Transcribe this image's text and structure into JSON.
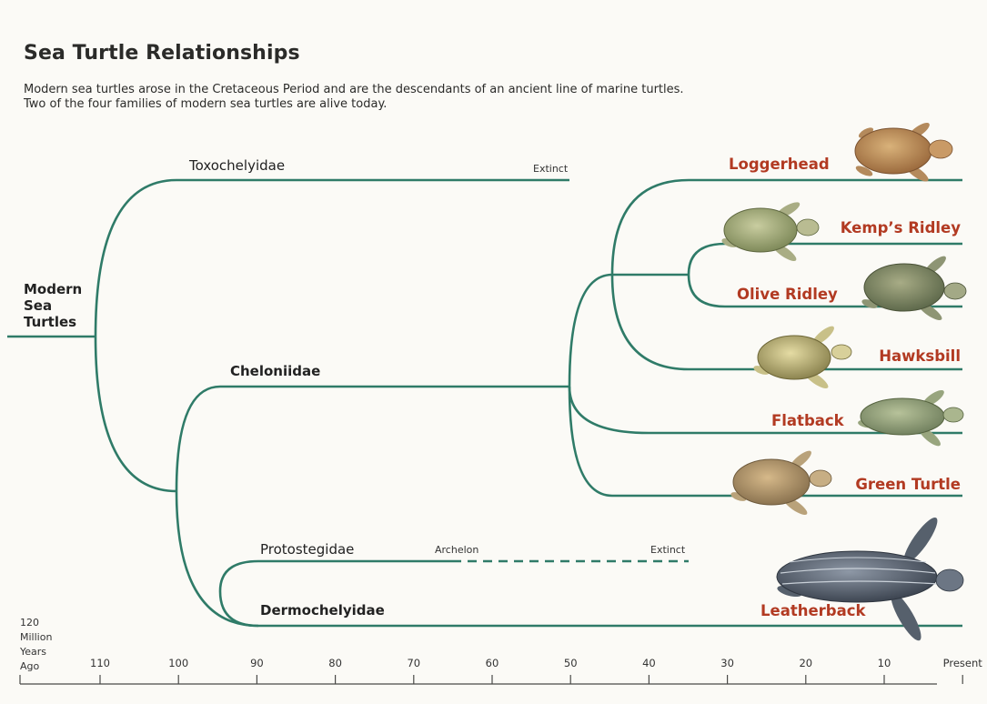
{
  "header": {
    "title": "Sea Turtle Relationships",
    "subtitle_lines": [
      "Modern sea turtles arose in the Cretaceous Period and are the descendants of an ancient line of marine turtles.",
      "Two of the four families of modern sea turtles are alive today."
    ]
  },
  "tree": {
    "root_label": [
      "Modern",
      "Sea",
      "Turtles"
    ],
    "families": {
      "toxochelyidae": {
        "label": "Toxochelyidae",
        "note": "Extinct"
      },
      "cheloniidae": {
        "label": "Cheloniidae"
      },
      "protostegidae": {
        "label": "Protostegidae",
        "genus": "Archelon",
        "note": "Extinct"
      },
      "dermochelyidae": {
        "label": "Dermochelyidae"
      }
    },
    "species": {
      "loggerhead": "Loggerhead",
      "kemps_ridley": "Kemp’s Ridley",
      "olive_ridley": "Olive Ridley",
      "hawksbill": "Hawksbill",
      "flatback": "Flatback",
      "green_turtle": "Green Turtle",
      "leatherback": "Leatherback"
    }
  },
  "axis": {
    "unit_lines": [
      "120",
      "Million",
      "Years",
      "Ago"
    ],
    "ticks": [
      "110",
      "100",
      "90",
      "80",
      "70",
      "60",
      "50",
      "40",
      "30",
      "20",
      "10",
      "Present"
    ]
  },
  "colors": {
    "branch": "#2f7b68",
    "species_label": "#b23a22"
  },
  "icons": [
    "loggerhead-turtle-illustration",
    "kemps-ridley-turtle-illustration",
    "olive-ridley-turtle-illustration",
    "hawksbill-turtle-illustration",
    "flatback-turtle-illustration",
    "green-turtle-illustration",
    "leatherback-turtle-illustration"
  ]
}
